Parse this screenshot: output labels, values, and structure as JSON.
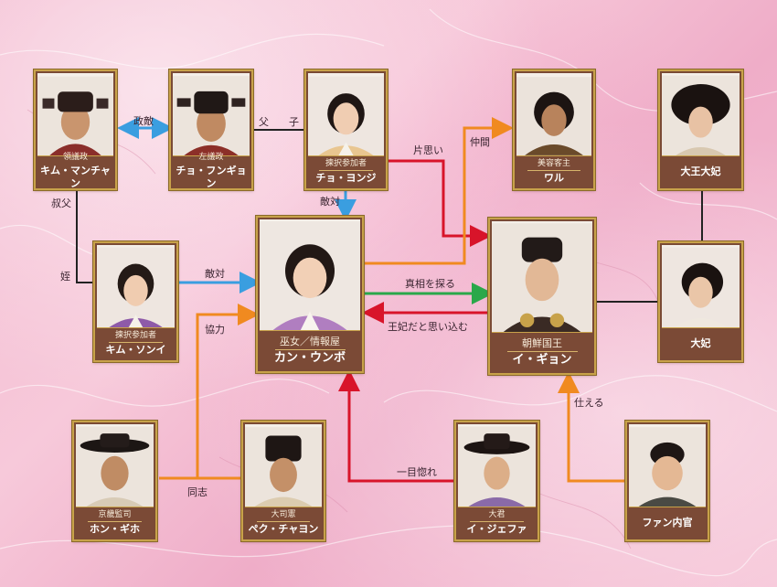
{
  "characters": {
    "kim_manchan": {
      "role": "領議政",
      "name": "キム・マンチャン"
    },
    "cho_fungyon": {
      "role": "左議政",
      "name": "チョ・フンギョン"
    },
    "cho_yonji": {
      "role": "揀択参加者",
      "name": "チョ・ヨンジ"
    },
    "wal": {
      "role": "美容客主",
      "name": "ワル"
    },
    "daio_taihi": {
      "role": "",
      "name": "大王大妃"
    },
    "kim_sonyi": {
      "role": "揀択参加者",
      "name": "キム・ソンイ"
    },
    "kang_unbo": {
      "role": "巫女／情報屋",
      "name": "カン・ウンボ"
    },
    "i_gyon": {
      "role": "朝鮮国王",
      "name": "イ・ギョン"
    },
    "taihi": {
      "role": "",
      "name": "大妃"
    },
    "hon_giho": {
      "role": "京畿監司",
      "name": "ホン・ギホ"
    },
    "peku_chayon": {
      "role": "大司憲",
      "name": "ペク・チャヨン"
    },
    "i_jefa": {
      "role": "大君",
      "name": "イ・ジェファ"
    },
    "fan_naikan": {
      "role": "",
      "name": "ファン内官"
    }
  },
  "relations": {
    "seiteki": "政敵",
    "fushi": "父　　子",
    "kataomoi": "片思い",
    "nakama": "仲間",
    "tekitai_top": "敵対",
    "shukufu": "叔父",
    "mei": "姪",
    "tekitai_left": "敵対",
    "kyoryoku": "協力",
    "shinsou": "真相を探る",
    "ouhi": "王妃だと思い込む",
    "tsukaeru": "仕える",
    "doushi": "同志",
    "hitomebore": "一目惚れ"
  },
  "colors": {
    "blue": "#3a9ee0",
    "orange": "#f08a20",
    "red": "#d8142a",
    "green": "#2aa84a",
    "black": "#222222",
    "plate": "#7b4a36",
    "frame": "#c8a24a"
  }
}
